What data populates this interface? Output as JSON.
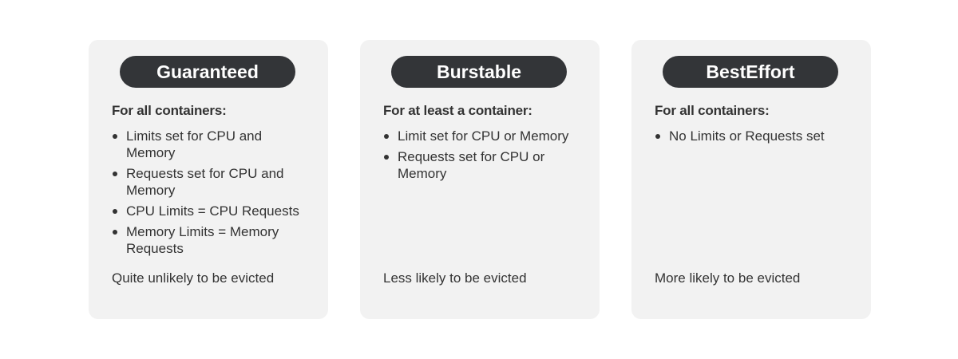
{
  "cards": [
    {
      "title": "Guaranteed",
      "subtitle": "For all containers:",
      "bullets": [
        "Limits set for CPU and Memory",
        "Requests set for CPU and Memory",
        "CPU Limits = CPU Requests",
        "Memory Limits = Memory Requests"
      ],
      "note": "Quite unlikely to be evicted"
    },
    {
      "title": "Burstable",
      "subtitle": "For at least a container:",
      "bullets": [
        "Limit set for CPU or Memory",
        "Requests set for CPU or Memory"
      ],
      "note": "Less likely to be evicted"
    },
    {
      "title": "BestEffort",
      "subtitle": "For all containers:",
      "bullets": [
        "No Limits or Requests set"
      ],
      "note": "More likely to be evicted"
    }
  ],
  "colors": {
    "card_background": "#f2f2f2",
    "pill_background": "#333538",
    "pill_text": "#ffffff",
    "body_text": "#333333"
  }
}
